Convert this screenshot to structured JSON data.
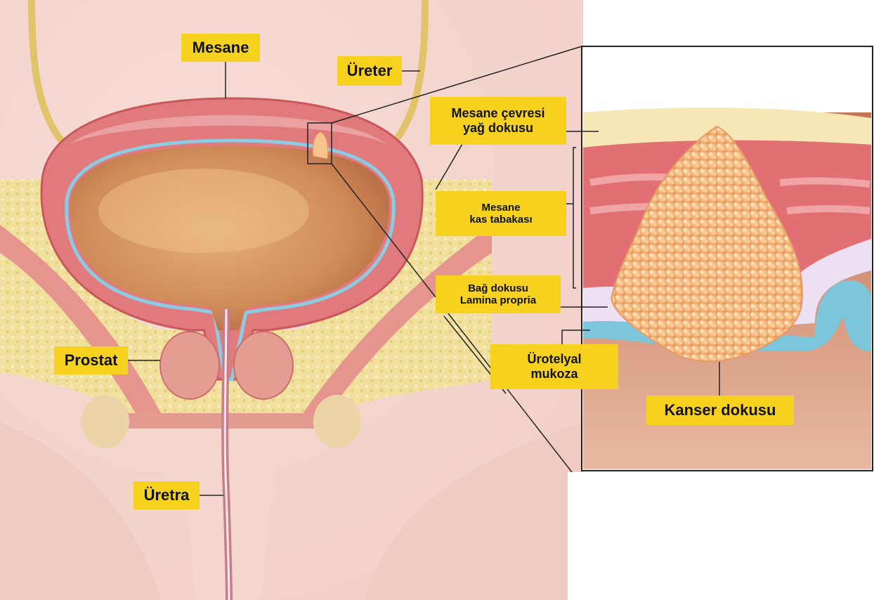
{
  "labels": {
    "mesane": "Mesane",
    "ureter": "Üreter",
    "prostat": "Prostat",
    "uretra": "Üretra",
    "fat_line1": "Mesane çevresi",
    "fat_line2": "yağ dokusu",
    "muscle_line1": "Mesane",
    "muscle_line2": "kas tabakası",
    "lamina_line1": "Bağ dokusu",
    "lamina_line2": "Lamina propria",
    "urothelial_line1": "Ürotelyal",
    "urothelial_line2": "mukoza",
    "cancer": "Kanser dokusu"
  },
  "colors": {
    "label_bg": "#f6d21f",
    "bladder_wall": "#e07a7c",
    "bladder_lumen": "#d89a5a",
    "fat": "#f1df9c",
    "urothelium": "#7cc3dd",
    "tumor": "#f6c48a",
    "skin": "#f3d2cc"
  },
  "icons": [
    "bladder-illustration",
    "inset-tissue-illustration",
    "tumor-illustration"
  ]
}
